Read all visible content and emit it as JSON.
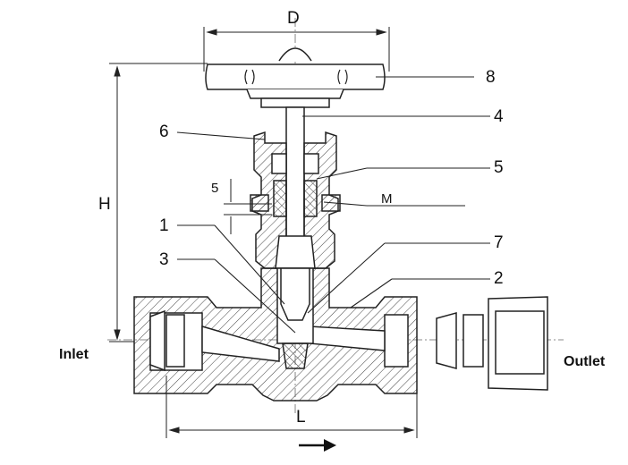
{
  "diagram": {
    "part_numbers": [
      "8",
      "4",
      "6",
      "5",
      "M",
      "1",
      "3",
      "7",
      "2"
    ],
    "dimensions": {
      "width_top": "D",
      "height": "H",
      "thread": "5",
      "length": "L"
    },
    "ports": {
      "inlet": "Inlet",
      "outlet": "Outlet"
    }
  }
}
